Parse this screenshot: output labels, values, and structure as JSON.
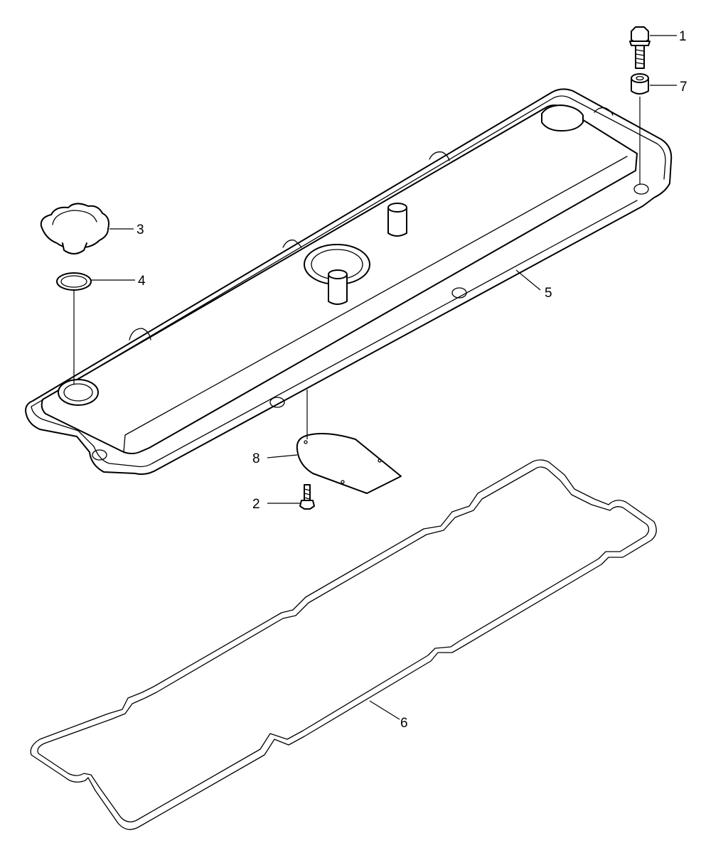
{
  "diagram": {
    "colors": {
      "line": "#000000",
      "background": "#ffffff"
    },
    "callouts": [
      {
        "id": "c1",
        "label": "1"
      },
      {
        "id": "c2",
        "label": "2"
      },
      {
        "id": "c3",
        "label": "3"
      },
      {
        "id": "c4",
        "label": "4"
      },
      {
        "id": "c5",
        "label": "5"
      },
      {
        "id": "c6",
        "label": "6"
      },
      {
        "id": "c7",
        "label": "7"
      },
      {
        "id": "c8",
        "label": "8"
      }
    ]
  }
}
